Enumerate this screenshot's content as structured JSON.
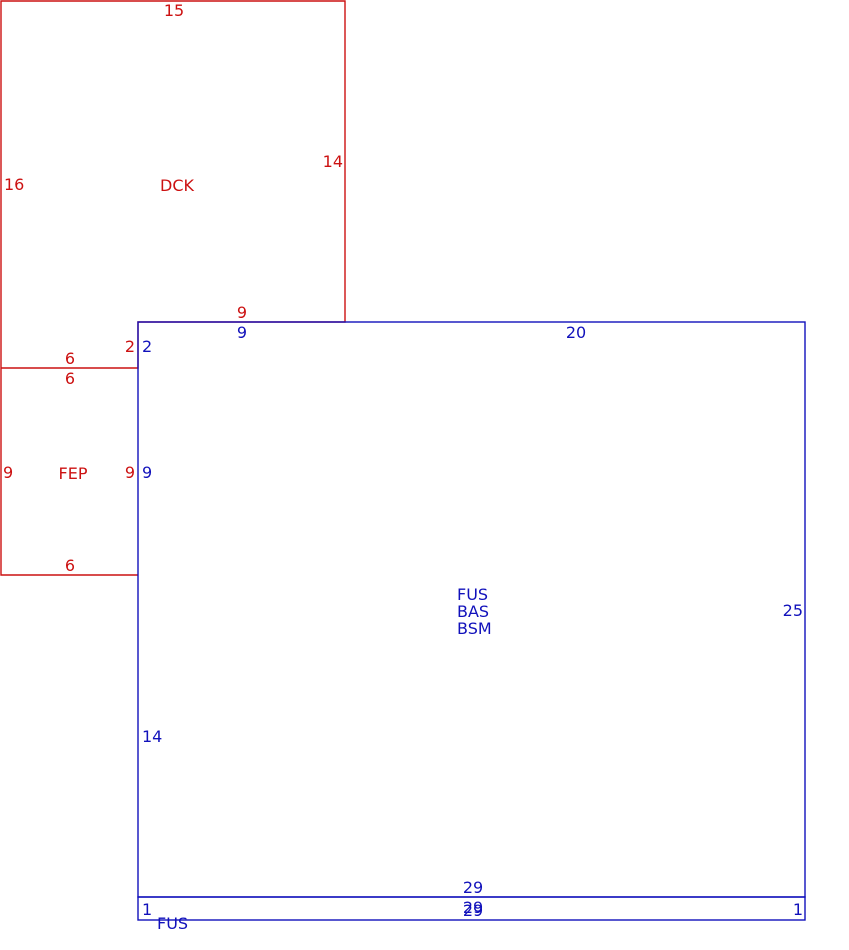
{
  "colors": {
    "upper_floor": "#cc1111",
    "main_floor": "#1111bb"
  },
  "areas": {
    "dck": {
      "label": "DCK",
      "dims": {
        "top": "15",
        "left": "16",
        "right": "14",
        "bottom_right": "9",
        "bottom_left": "6",
        "step": "2"
      }
    },
    "fep": {
      "label": "FEP",
      "dims": {
        "top": "6",
        "left": "9",
        "right": "9",
        "bottom": "6"
      }
    },
    "main": {
      "labels": [
        "FUS",
        "BAS",
        "BSM"
      ],
      "dims": {
        "top_left": "9",
        "top_right": "20",
        "left_top": "2",
        "left_mid": "9",
        "left_low": "14",
        "right": "25",
        "bottom": "29"
      }
    },
    "strip": {
      "label": "FUS",
      "dims": {
        "left": "1",
        "right": "1",
        "bottom_a": "29",
        "bottom_b": "29"
      }
    }
  }
}
